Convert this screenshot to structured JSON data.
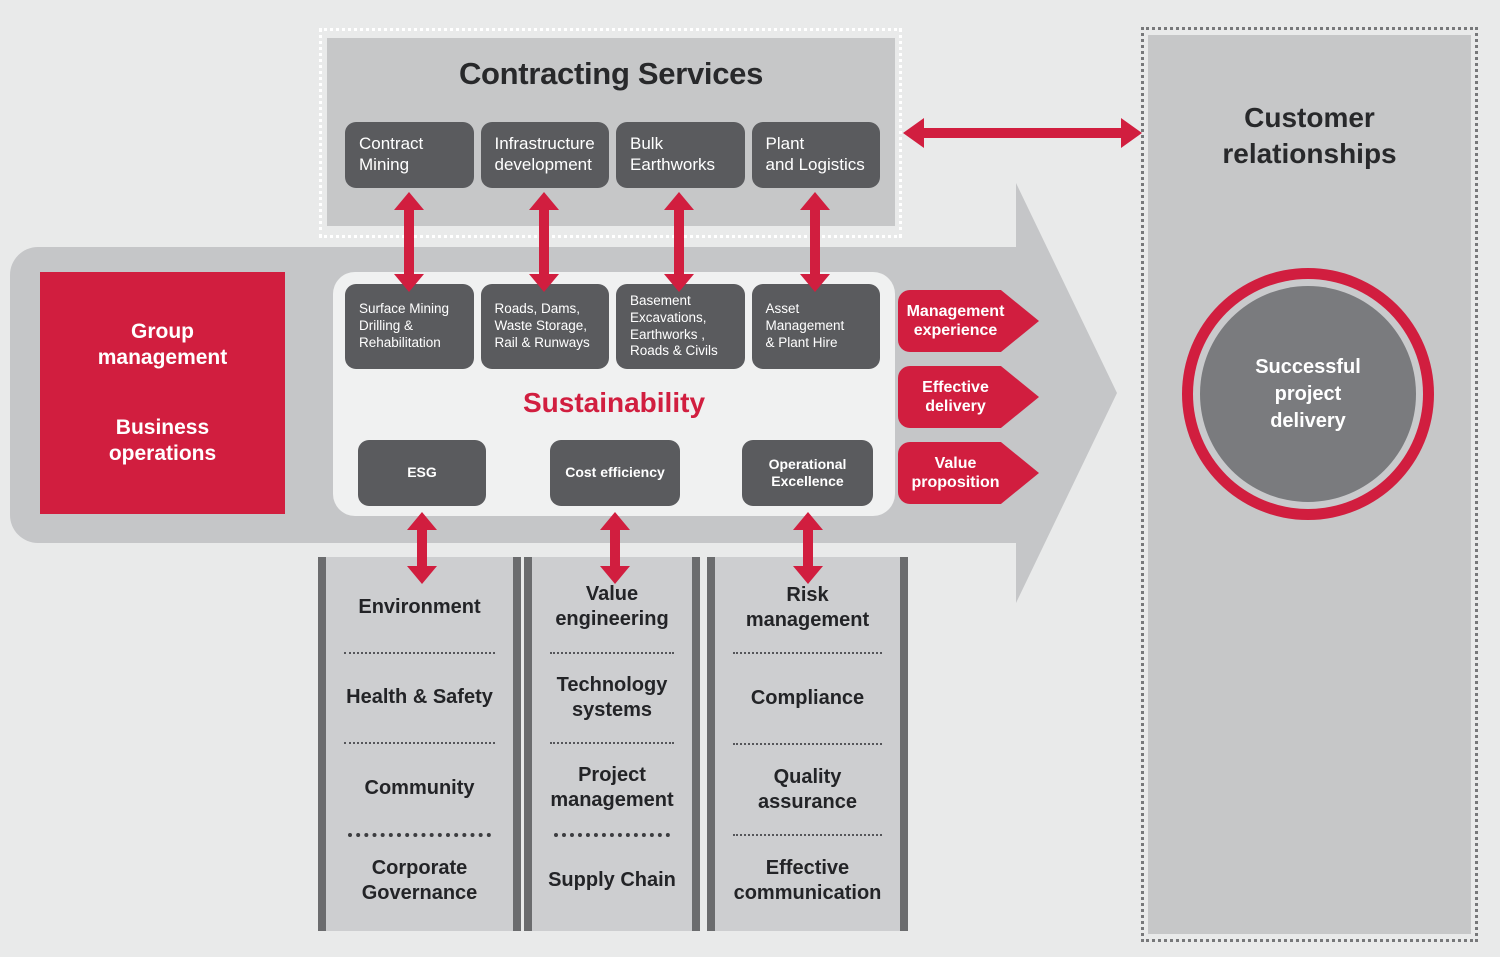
{
  "colors": {
    "accent_red": "#d11e3f",
    "dark_box_gray": "#5a5b5e",
    "panel_gray": "#c6c7c8",
    "arrow_gray": "#c5c6c8",
    "column_bar_gray": "#6b6c6e",
    "text_dark": "#28292b"
  },
  "contracting_services": {
    "title": "Contracting Services",
    "items": [
      {
        "label": "Contract\nMining"
      },
      {
        "label": "Infrastructure\ndevelopment"
      },
      {
        "label": "Bulk\nEarthworks"
      },
      {
        "label": "Plant\nand Logistics"
      }
    ]
  },
  "group_management": {
    "top_label": "Group\nmanagement",
    "bottom_label": "Business\noperations"
  },
  "service_capabilities": [
    {
      "label": "Surface Mining\nDrilling &\nRehabilitation"
    },
    {
      "label": "Roads, Dams,\nWaste Storage,\nRail & Runways"
    },
    {
      "label": "Basement\nExcavations,\nEarthworks ,\nRoads & Civils"
    },
    {
      "label": "Asset\nManagement\n& Plant Hire"
    }
  ],
  "sustainability": {
    "title": "Sustainability",
    "pillars": [
      {
        "label": "ESG"
      },
      {
        "label": "Cost efficiency"
      },
      {
        "label": "Operational\nExcellence"
      }
    ]
  },
  "value_tags": [
    {
      "label": "Management\nexperience"
    },
    {
      "label": "Effective\ndelivery"
    },
    {
      "label": "Value\nproposition"
    }
  ],
  "customer_relationships": {
    "title": "Customer\nrelationships",
    "outcome": "Successful\nproject\ndelivery"
  },
  "foundation_columns": [
    {
      "items": [
        {
          "label": "Environment"
        },
        {
          "label": "Health & Safety"
        },
        {
          "label": "Community"
        },
        {
          "label": "Corporate\nGovernance"
        }
      ]
    },
    {
      "items": [
        {
          "label": "Value\nengineering"
        },
        {
          "label": "Technology\nsystems"
        },
        {
          "label": "Project\nmanagement"
        },
        {
          "label": "Supply Chain"
        }
      ]
    },
    {
      "items": [
        {
          "label": "Risk\nmanagement"
        },
        {
          "label": "Compliance"
        },
        {
          "label": "Quality\nassurance"
        },
        {
          "label": "Effective\ncommunication"
        }
      ]
    }
  ]
}
